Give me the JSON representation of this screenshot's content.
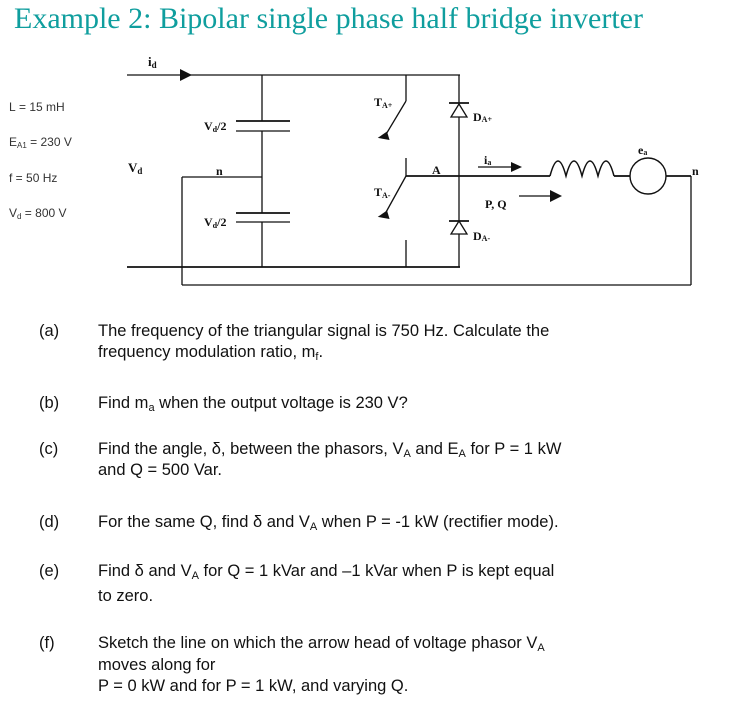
{
  "title": "Example 2:  Bipolar single phase half bridge inverter",
  "parameters": [
    {
      "name": "L",
      "sub": "",
      "value": " = 15 mH"
    },
    {
      "name": "E",
      "sub": "A1",
      "value": " = 230 V"
    },
    {
      "name": "f",
      "sub": "",
      "value": " = 50 Hz"
    },
    {
      "name": "V",
      "sub": "d",
      "value": " = 800 V"
    }
  ],
  "circuit": {
    "labels": {
      "id": "i",
      "id_sub": "d",
      "vd": "V",
      "vd_sub": "d",
      "vd2_top": "V",
      "vd2_top_sub": "d",
      "vd2_top_tail": "/2",
      "vd2_bot": "V",
      "vd2_bot_sub": "d",
      "vd2_bot_tail": "/2",
      "n_left": "n",
      "ta_plus": "T",
      "ta_plus_sub": "A+",
      "ta_minus": "T",
      "ta_minus_sub": "A-",
      "da_plus": "D",
      "da_plus_sub": "A+",
      "da_minus": "D",
      "da_minus_sub": "A-",
      "node_a": "A",
      "ia": "i",
      "ia_sub": "a",
      "pq": "P, Q",
      "ea": "e",
      "ea_sub": "a",
      "n_right": "n"
    }
  },
  "questions": [
    {
      "label": "(a)",
      "lines": [
        "The frequency of the triangular signal is 750 Hz. Calculate the",
        "frequency modulation ratio, m",
        "f",
        "."
      ]
    },
    {
      "label": "(b)",
      "lines": [
        "Find m",
        "a",
        " when the output voltage is 230 V?"
      ]
    },
    {
      "label": "(c)",
      "lines": [
        "Find the angle, δ, between the phasors, V",
        "A",
        " and E",
        "A",
        " for P = 1 kW",
        "and Q = 500 Var."
      ]
    },
    {
      "label": "(d)",
      "lines": [
        "For the same Q, find δ and V",
        "A",
        " when P = -1 kW (rectifier mode)."
      ]
    },
    {
      "label": "(e)",
      "lines": [
        "Find δ and V",
        "A",
        " for Q = 1 kVar and –1 kVar when P is kept equal",
        "to zero."
      ]
    },
    {
      "label": "(f)",
      "lines": [
        "Sketch the line on which the arrow head of voltage phasor V",
        "A",
        "moves along for",
        "P = 0 kW and for P = 1 kW, and varying Q."
      ]
    }
  ],
  "colors": {
    "title": "#0f9e9e",
    "text": "#111111",
    "wire": "#111111"
  }
}
